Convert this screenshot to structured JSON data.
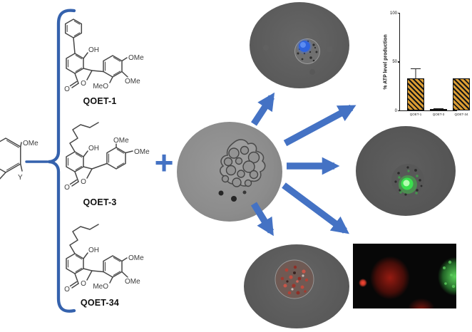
{
  "scheme": {
    "fragment": {
      "ome": "OMe",
      "y": "Y"
    },
    "plus_sign": "+",
    "compounds": [
      {
        "name": "QOET-1",
        "top_substituent": "phenyl",
        "oh": "OH",
        "ring_o": "O",
        "carbonyl_o": "O",
        "ar_para": "OMe",
        "ar_meta": "OMe",
        "ar_ortho": "MeO"
      },
      {
        "name": "QOET-3",
        "top_substituent": "pentyl",
        "oh": "OH",
        "ring_o": "O",
        "carbonyl_o": "O",
        "ar_meta": "OMe",
        "ar_para": "OMe"
      },
      {
        "name": "QOET-34",
        "top_substituent": "pentyl",
        "oh": "OH",
        "ring_o": "O",
        "carbonyl_o": "O",
        "ar_para": "OMe",
        "ar_meta": "OMe",
        "ar_ortho": "MeO"
      }
    ]
  },
  "micrographs": {
    "central": {
      "kind": "brightfield cell cluster"
    },
    "top": {
      "kind": "cell with blue nuclear stain"
    },
    "right": {
      "kind": "cell with green fluorescence"
    },
    "bottom": {
      "kind": "cell cluster with red stain"
    },
    "bottom_right": {
      "kind": "red and green fluorescence panel"
    }
  },
  "chart_data": {
    "type": "bar",
    "title": "",
    "ylabel": "% ATP level production",
    "xlabel": "",
    "categories": [
      "QOET-1",
      "QOET-3",
      "QOET-34"
    ],
    "values": [
      33,
      1,
      33
    ],
    "errors_plus": [
      9.5,
      0.8,
      0
    ],
    "ylim": [
      0,
      100
    ],
    "yticks": [
      0,
      50,
      100
    ],
    "grid": false,
    "legend": false,
    "bar_color": "#dd9e33",
    "bar_hatch": "black diagonal stripes"
  },
  "colors": {
    "accent_blue": "#4472c4",
    "brace_blue": "#3562ad"
  }
}
